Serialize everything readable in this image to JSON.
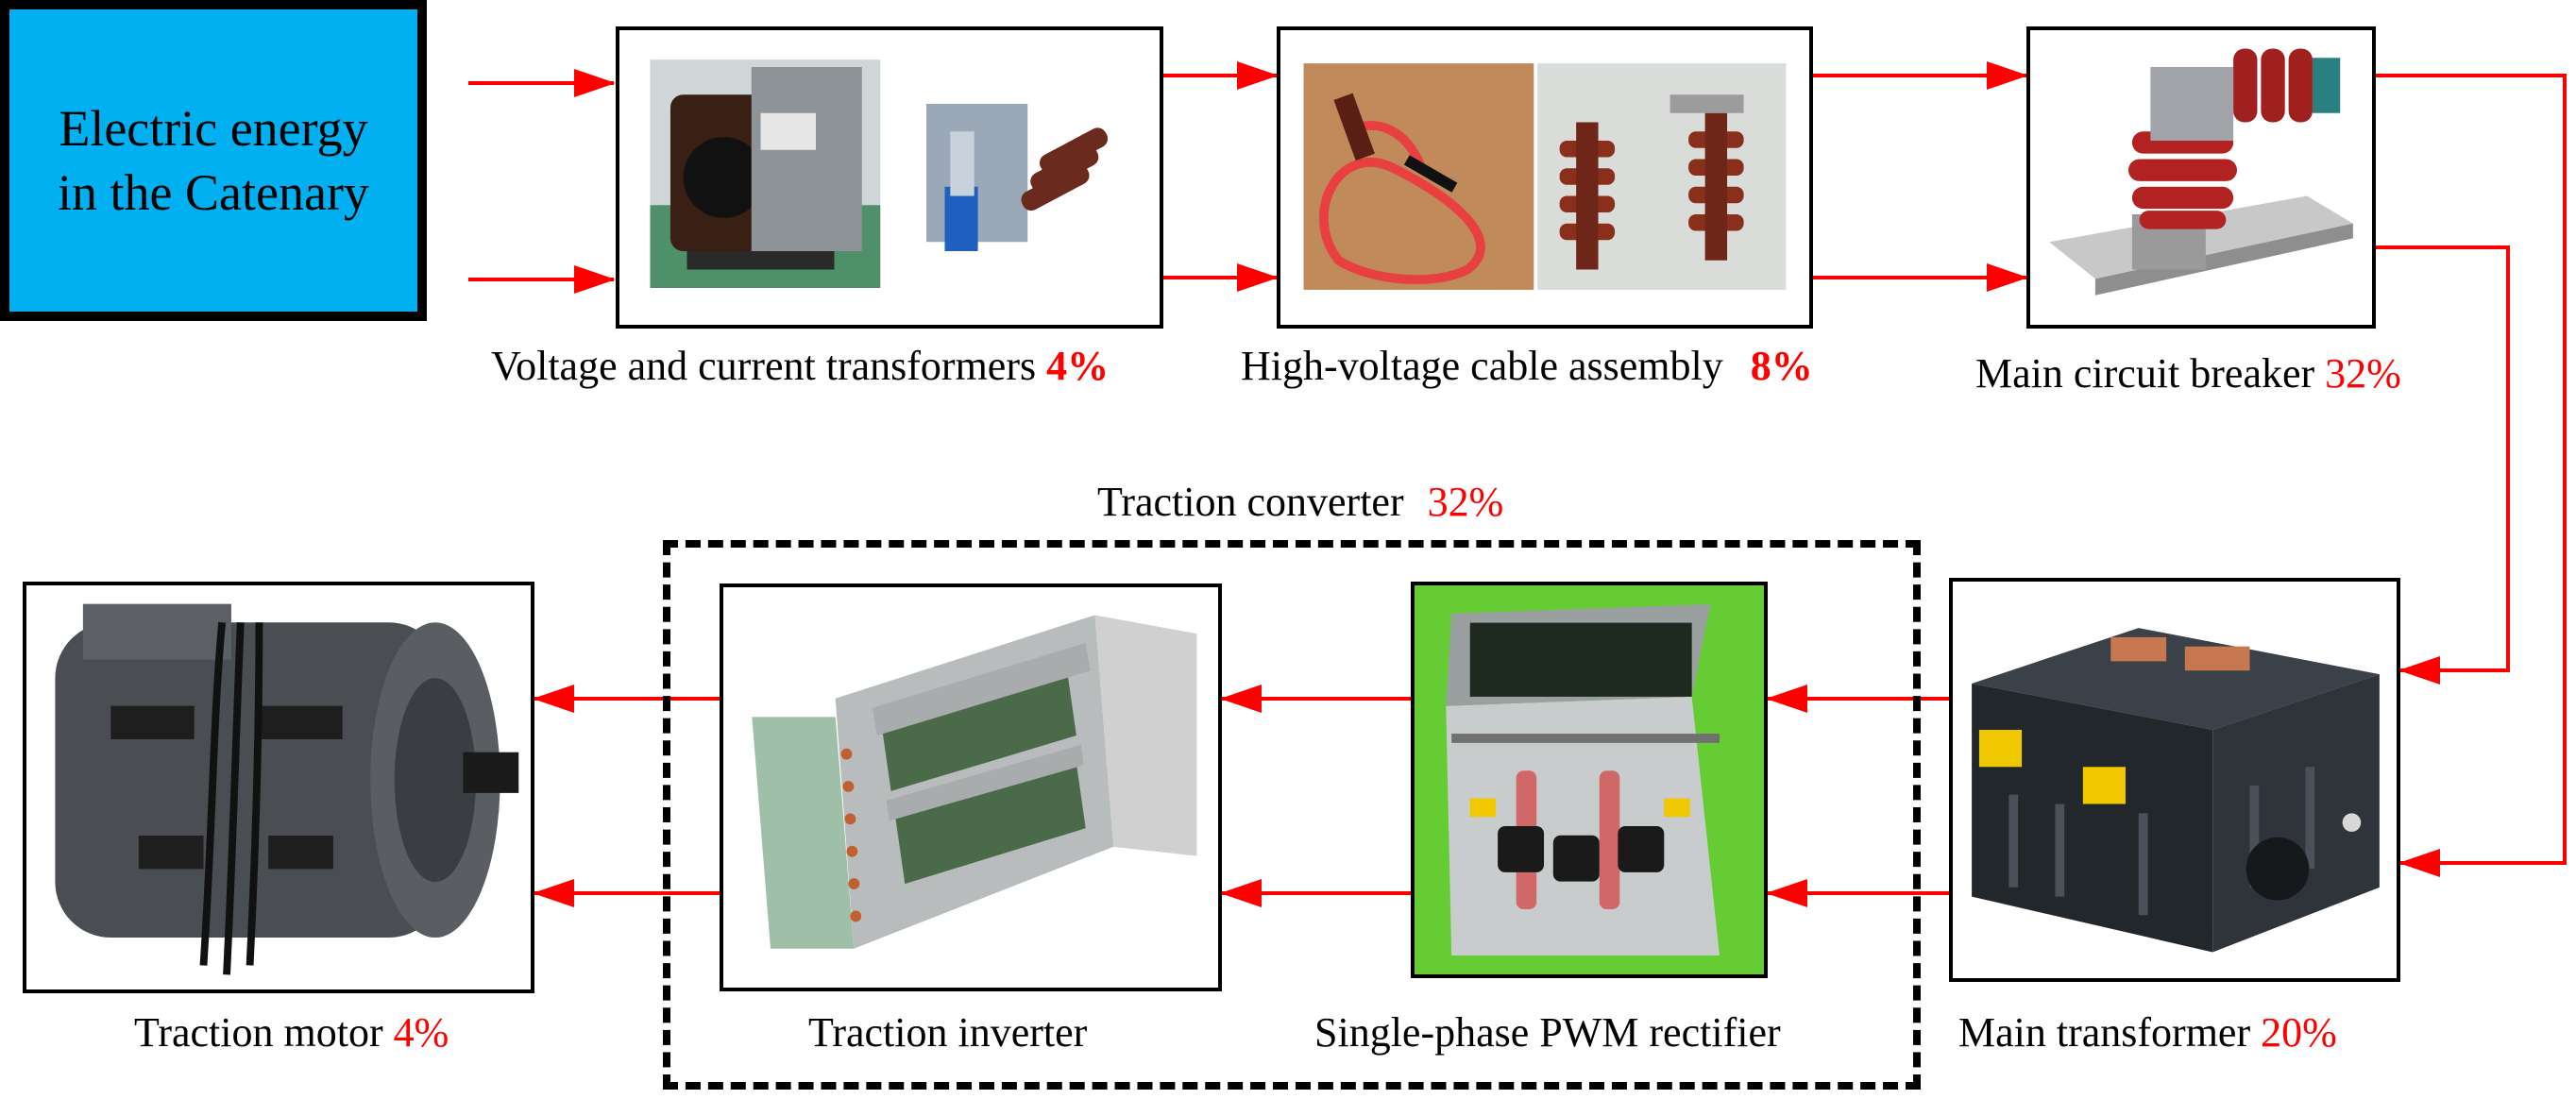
{
  "source": {
    "line1": "Electric energy",
    "line2": "in the Catenary",
    "fill_color": "#00b0f0"
  },
  "components": {
    "vct": {
      "name": "Voltage and current transformers",
      "percent": "4%",
      "percent_bold": true
    },
    "hvc": {
      "name": "High-voltage cable assembly",
      "percent": "8%",
      "percent_bold": true
    },
    "mcb": {
      "name": "Main circuit breaker",
      "percent": "32%",
      "percent_bold": false
    },
    "mtr": {
      "name": "Main transformer",
      "percent": "20%",
      "percent_bold": false
    },
    "rect": {
      "name": "Single-phase PWM rectifier",
      "background_color": "#66cc33"
    },
    "inv": {
      "name": "Traction inverter"
    },
    "motor": {
      "name": "Traction motor",
      "percent": "4%",
      "percent_bold": false
    }
  },
  "group": {
    "name": "Traction converter",
    "percent": "32%"
  },
  "colors": {
    "arrow": "#ff0000",
    "percent_text": "#ff0000",
    "border": "#000000"
  },
  "icons": {
    "vct": "current-transformer-photo-icon",
    "hvc": "hv-cable-insulator-photo-icon",
    "mcb": "circuit-breaker-photo-icon",
    "mtr": "main-transformer-photo-icon",
    "rect": "pwm-rectifier-photo-icon",
    "inv": "traction-inverter-photo-icon",
    "motor": "traction-motor-photo-icon"
  }
}
